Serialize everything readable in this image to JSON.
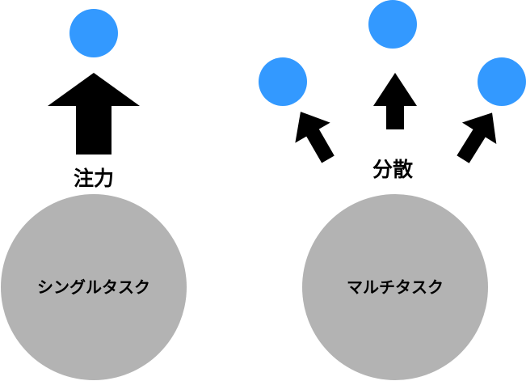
{
  "colors": {
    "circle_gray": "#b3b3b3",
    "dot_blue": "#3399ff",
    "arrow": "#000000",
    "text": "#000000"
  },
  "single_task": {
    "label": "シングルタスク",
    "arrow_label": "注力",
    "target_count": 1
  },
  "multi_task": {
    "label": "マルチタスク",
    "arrow_label": "分散",
    "target_count": 3
  }
}
